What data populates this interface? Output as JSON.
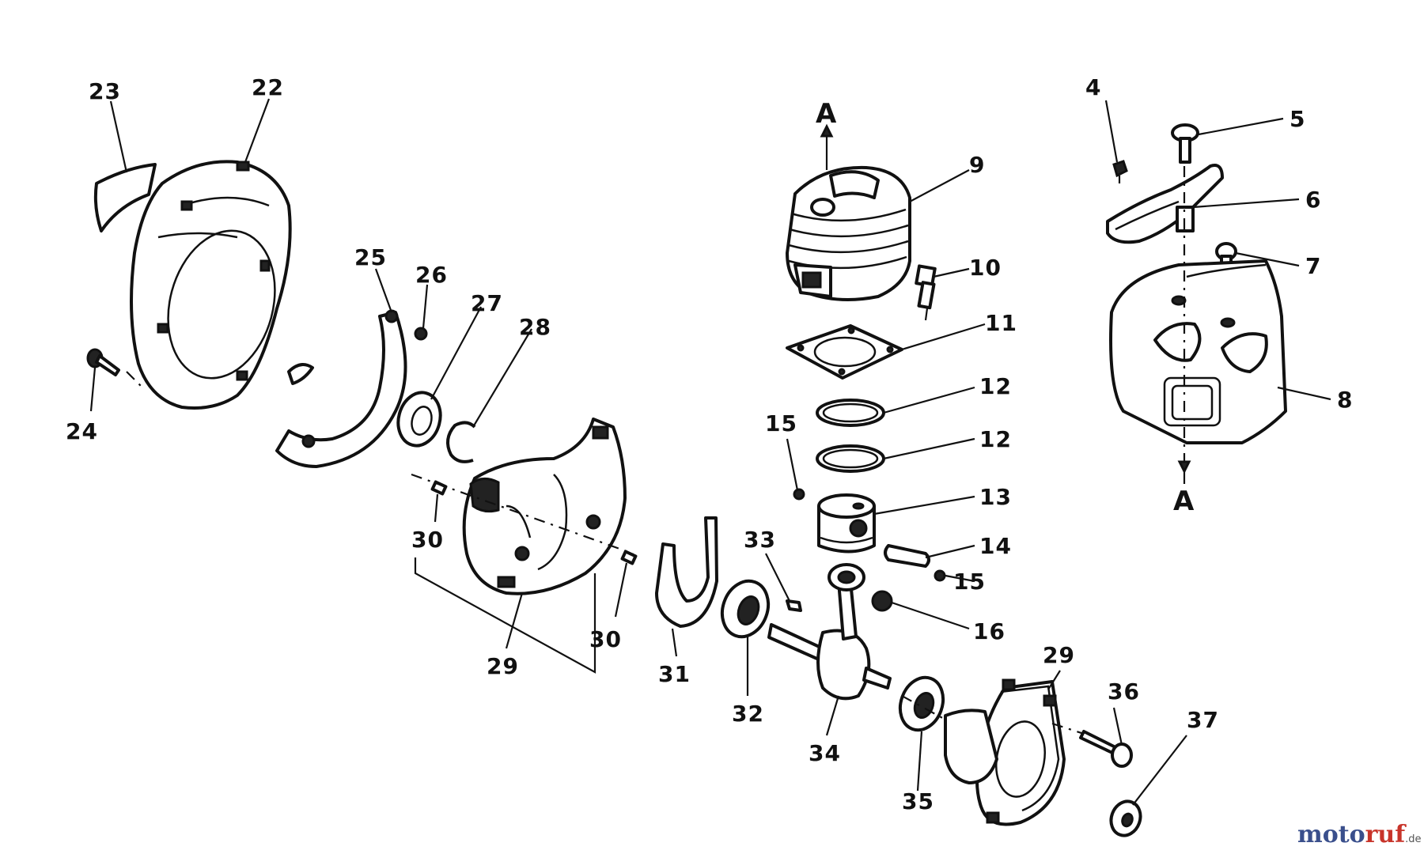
{
  "diagram": {
    "callouts": [
      {
        "id": "c23",
        "text": "23"
      },
      {
        "id": "c22",
        "text": "22"
      },
      {
        "id": "c24",
        "text": "24"
      },
      {
        "id": "c25",
        "text": "25"
      },
      {
        "id": "c26",
        "text": "26"
      },
      {
        "id": "c27",
        "text": "27"
      },
      {
        "id": "c28",
        "text": "28"
      },
      {
        "id": "c30a",
        "text": "30"
      },
      {
        "id": "c30b",
        "text": "30"
      },
      {
        "id": "c29a",
        "text": "29"
      },
      {
        "id": "c31",
        "text": "31"
      },
      {
        "id": "c32",
        "text": "32"
      },
      {
        "id": "c33",
        "text": "33"
      },
      {
        "id": "c34",
        "text": "34"
      },
      {
        "id": "c35",
        "text": "35"
      },
      {
        "id": "cA1",
        "text": "A"
      },
      {
        "id": "c9",
        "text": "9"
      },
      {
        "id": "c10",
        "text": "10"
      },
      {
        "id": "c11",
        "text": "11"
      },
      {
        "id": "c12a",
        "text": "12"
      },
      {
        "id": "c12b",
        "text": "12"
      },
      {
        "id": "c15a",
        "text": "15"
      },
      {
        "id": "c13",
        "text": "13"
      },
      {
        "id": "c14",
        "text": "14"
      },
      {
        "id": "c15b",
        "text": "15"
      },
      {
        "id": "c16",
        "text": "16"
      },
      {
        "id": "c29b",
        "text": "29"
      },
      {
        "id": "c36",
        "text": "36"
      },
      {
        "id": "c37",
        "text": "37"
      },
      {
        "id": "c4",
        "text": "4"
      },
      {
        "id": "c5",
        "text": "5"
      },
      {
        "id": "c6",
        "text": "6"
      },
      {
        "id": "c7",
        "text": "7"
      },
      {
        "id": "c8",
        "text": "8"
      },
      {
        "id": "cA2",
        "text": "A"
      }
    ]
  },
  "watermark": {
    "part1": "moto",
    "part2": "ruf",
    "suffix": ".de"
  }
}
